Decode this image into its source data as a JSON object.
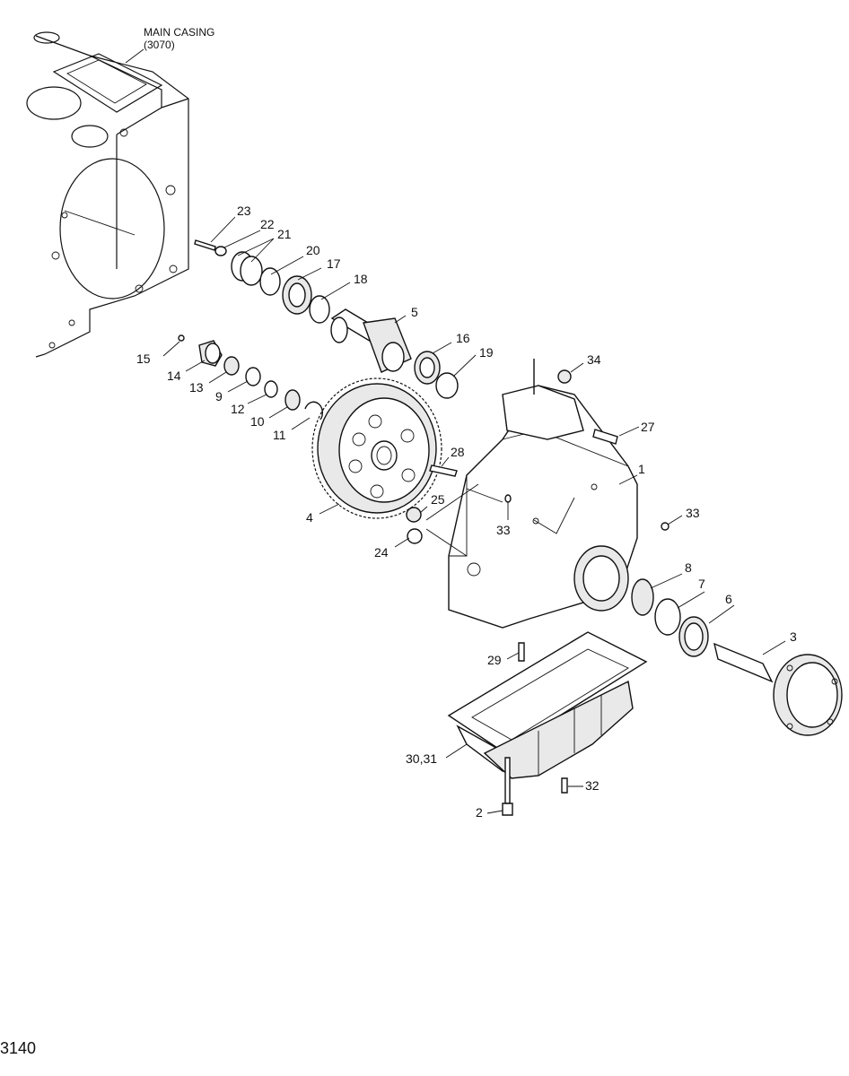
{
  "diagram": {
    "page_code": "3140",
    "main_casing": {
      "label": "MAIN CASING",
      "ref": "(3070)"
    },
    "callouts": [
      {
        "id": "c23",
        "text": "23"
      },
      {
        "id": "c22",
        "text": "22"
      },
      {
        "id": "c21",
        "text": "21"
      },
      {
        "id": "c20",
        "text": "20"
      },
      {
        "id": "c17",
        "text": "17"
      },
      {
        "id": "c18",
        "text": "18"
      },
      {
        "id": "c5",
        "text": "5"
      },
      {
        "id": "c16",
        "text": "16"
      },
      {
        "id": "c19",
        "text": "19"
      },
      {
        "id": "c34",
        "text": "34"
      },
      {
        "id": "c15",
        "text": "15"
      },
      {
        "id": "c14",
        "text": "14"
      },
      {
        "id": "c13",
        "text": "13"
      },
      {
        "id": "c9",
        "text": "9"
      },
      {
        "id": "c12",
        "text": "12"
      },
      {
        "id": "c10",
        "text": "10"
      },
      {
        "id": "c11",
        "text": "11"
      },
      {
        "id": "c27",
        "text": "27"
      },
      {
        "id": "c28",
        "text": "28"
      },
      {
        "id": "c1",
        "text": "1"
      },
      {
        "id": "c33a",
        "text": "33"
      },
      {
        "id": "c33b",
        "text": "33"
      },
      {
        "id": "c25",
        "text": "25"
      },
      {
        "id": "c4",
        "text": "4"
      },
      {
        "id": "c24",
        "text": "24"
      },
      {
        "id": "c8",
        "text": "8"
      },
      {
        "id": "c7",
        "text": "7"
      },
      {
        "id": "c6",
        "text": "6"
      },
      {
        "id": "c3",
        "text": "3"
      },
      {
        "id": "c29",
        "text": "29"
      },
      {
        "id": "c3031",
        "text": "30,31"
      },
      {
        "id": "c32",
        "text": "32"
      },
      {
        "id": "c2",
        "text": "2"
      }
    ]
  }
}
